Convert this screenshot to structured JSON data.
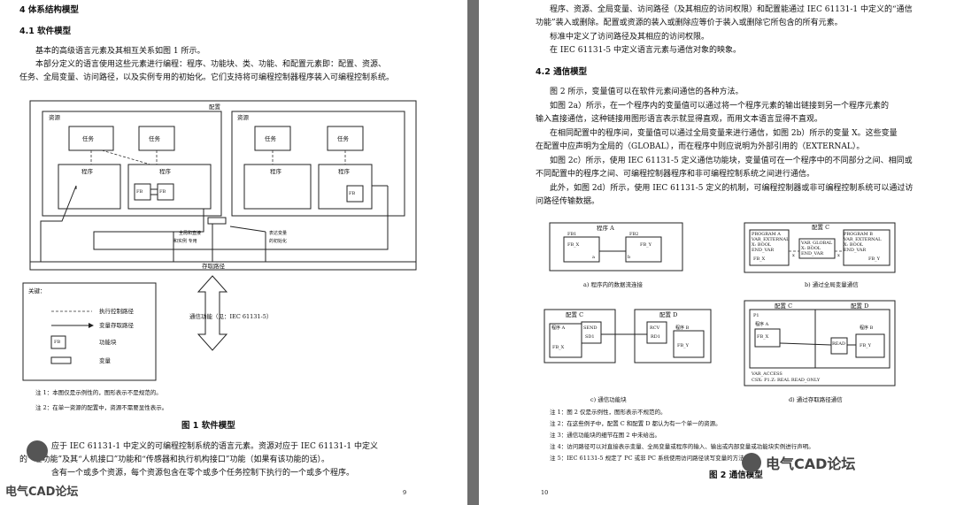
{
  "p9": {
    "sec4": "4  体系结构模型",
    "sec41": "4.1  软件模型",
    "para1": "基本的高级语言元素及其相互关系如图 1 所示。",
    "para2a": "本部分定义的语言使用这些元素进行编程：程序、功能块、类、功能、和配置元素即：配置、资源、",
    "para2b": "任务、全局变量、访问路径，以及实例专用的初始化。它们支持将可编程控制器程序装入可编程控制系统。",
    "fig": {
      "config": "配置",
      "res1": "资源",
      "res2": "资源",
      "task": "任务",
      "program": "程序",
      "fb": "FB",
      "globalvar": "全局和直接",
      "instvar": "和实例    专用",
      "varacc": "表达变量",
      "varinit": "的初始化",
      "accesspath": "存取路径",
      "comm": "通信功能（见：IEC 61131-5）"
    },
    "key": {
      "title": "关键：",
      "l1": "执行控制路径",
      "l2": "变量存取路径",
      "l3": "功能块",
      "l4": "变量",
      "fb": "FB"
    },
    "note1": "注 1：本图仅是示例性的，图形表示不是规范的。",
    "note2": "注 2：在单一资源的配置中，资源不需要显性表示。",
    "caption": "图 1   软件模型",
    "para3": "应于 IEC 61131-1 中定义的可编程控制系统的语言元素。资源对应于 IEC 61131-1 中定义",
    "para4": "的“     理功能”及其“人机接口”功能和“传感器和执行机构接口”功能（如果有该功能的话）。",
    "para5": "含有一个或多个资源，每个资源包含在零个或多个任务控制下执行的一个或多个程序。",
    "pageno": "9",
    "watermark": "电气CAD论坛"
  },
  "p10": {
    "para1": "程序、资源、全局变量、访问路径（及其相应的访问权限）和配置能通过 IEC 61131-1 中定义的“通信",
    "para2": "功能”装入或删除。配置或资源的装入或删除应等价于装入或删除它所包含的所有元素。",
    "para3": "标准中定义了访问路径及其相应的访问权限。",
    "para4": "在 IEC 61131-5 中定义语言元素与通信对象的映象。",
    "sec42": "4.2   通信模型",
    "para5": "图 2 所示，变量值可以在软件元素间通信的各种方法。",
    "para6a": "如图 2a）所示，在一个程序内的变量值可以通过将一个程序元素的输出链接到另一个程序元素的",
    "para6b": "输入直接通信，这种链接用图形语言表示就显得直观，而用文本语言显得不直观。",
    "para7a": "在相同配置中的程序间，变量值可以通过全局变量来进行通信，如图 2b）所示的变量 X。这些变量",
    "para7b": "在配置中应声明为全局的（GLOBAL），而在程序中则应说明为外部引用的（EXTERNAL）。",
    "para8a": "如图 2c）所示，使用 IEC 61131-5 定义通信功能块，变量值可在一个程序中的不同部分之间、相同或",
    "para8b": "不同配置中的程序之间、可编程控制器程序和非可编程控制系统之间进行通信。",
    "para9a": "此外，如图 2d）所示，使用 IEC 61131-5 定义的机制，可编程控制器或非可编程控制系统可以通过访",
    "para9b": "问路径传输数据。",
    "figA": {
      "title": "程序 A",
      "fb1": "FB1",
      "fb2": "FB2",
      "fbx": "FB_X",
      "fby": "FB_Y",
      "a": "a",
      "b": "b",
      "cap": "a)   程序内的数据流连接"
    },
    "figB": {
      "title": "配置 C",
      "pa": "PROGRAM A",
      "pa2": "VAR_EXTERNAL",
      "pa3": "X: BOOL",
      "pa4": "END_VAR",
      "pb": "PROGRAM B",
      "pb2": "VAR_EXTERNAL",
      "pb3": "X: BOOL",
      "pb4": "END_VAR",
      "g1": "VAR_GLOBAL",
      "g2": "X: BOOL",
      "g3": "END_VAR",
      "fbx": "FB_X",
      "fby": "FB_Y",
      "x1": "x",
      "x2": "x",
      "cap": "b)   通过全局变量通信"
    },
    "figC": {
      "c": "配置 C",
      "d": "配置 D",
      "pa": "程序 A",
      "pb": "程序 B",
      "send": "SEND",
      "sd1": "SD1",
      "rcv": "RCV",
      "rd1": "RD1",
      "fbx": "FB_X",
      "fby": "FB_Y",
      "cap": "c)   通信功能块"
    },
    "figD": {
      "c": "配置 C",
      "d": "配置 D",
      "p1": "P1",
      "pa": "程序 A",
      "pb": "程序 B",
      "fbx": "FB_X",
      "fby": "FB_Y",
      "read": "READ",
      "va": "VAR_ACCESS",
      "csx": "CSX: P1.Z: REAL READ_ONLY",
      "cap": "d)   通过存取路径通信"
    },
    "notes": [
      "注 1：图 2 仅是示例性，图形表示不规范的。",
      "注 2：在这些例子中，配置 C 和配置 D 都认为有一个单一的资源。",
      "注 3：通信功能块的细节在图 2 中未给出。",
      "注 4：访问路径可以对直接表示变量、全局变量或程序的输入、输出或内部变量或功能块实例进行声明。",
      "注 5：IEC 61131-5 规定了 PC 或非 PC 系统使用访问路径读写变量的方法。"
    ],
    "caption": "图 2   通信模型",
    "pageno": "10",
    "watermark": "电气CAD论坛"
  }
}
